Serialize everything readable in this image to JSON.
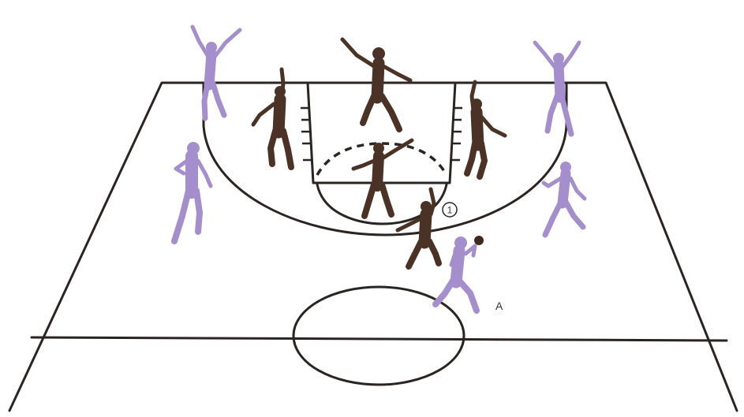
{
  "colors": {
    "court_line": "#2a2522",
    "offense": "#a48fcc",
    "defense": "#4a3326",
    "background": "#ffffff"
  },
  "labels": {
    "defender_number": "1",
    "ball_handler": "A"
  },
  "players": {
    "offense": [
      {
        "id": "offense-left-corner",
        "pose": "arms-up"
      },
      {
        "id": "offense-right-corner",
        "pose": "arms-up"
      },
      {
        "id": "offense-left-wing",
        "pose": "standing"
      },
      {
        "id": "offense-right-wing",
        "pose": "running"
      },
      {
        "id": "offense-ball-handler",
        "pose": "holding-ball"
      }
    ],
    "defense": [
      {
        "id": "defense-top-of-key",
        "pose": "arms-out"
      },
      {
        "id": "defense-left-block",
        "pose": "arm-up"
      },
      {
        "id": "defense-right-block",
        "pose": "arm-up"
      },
      {
        "id": "defense-free-throw",
        "pose": "arm-up"
      },
      {
        "id": "defense-point",
        "pose": "guarding"
      }
    ]
  }
}
